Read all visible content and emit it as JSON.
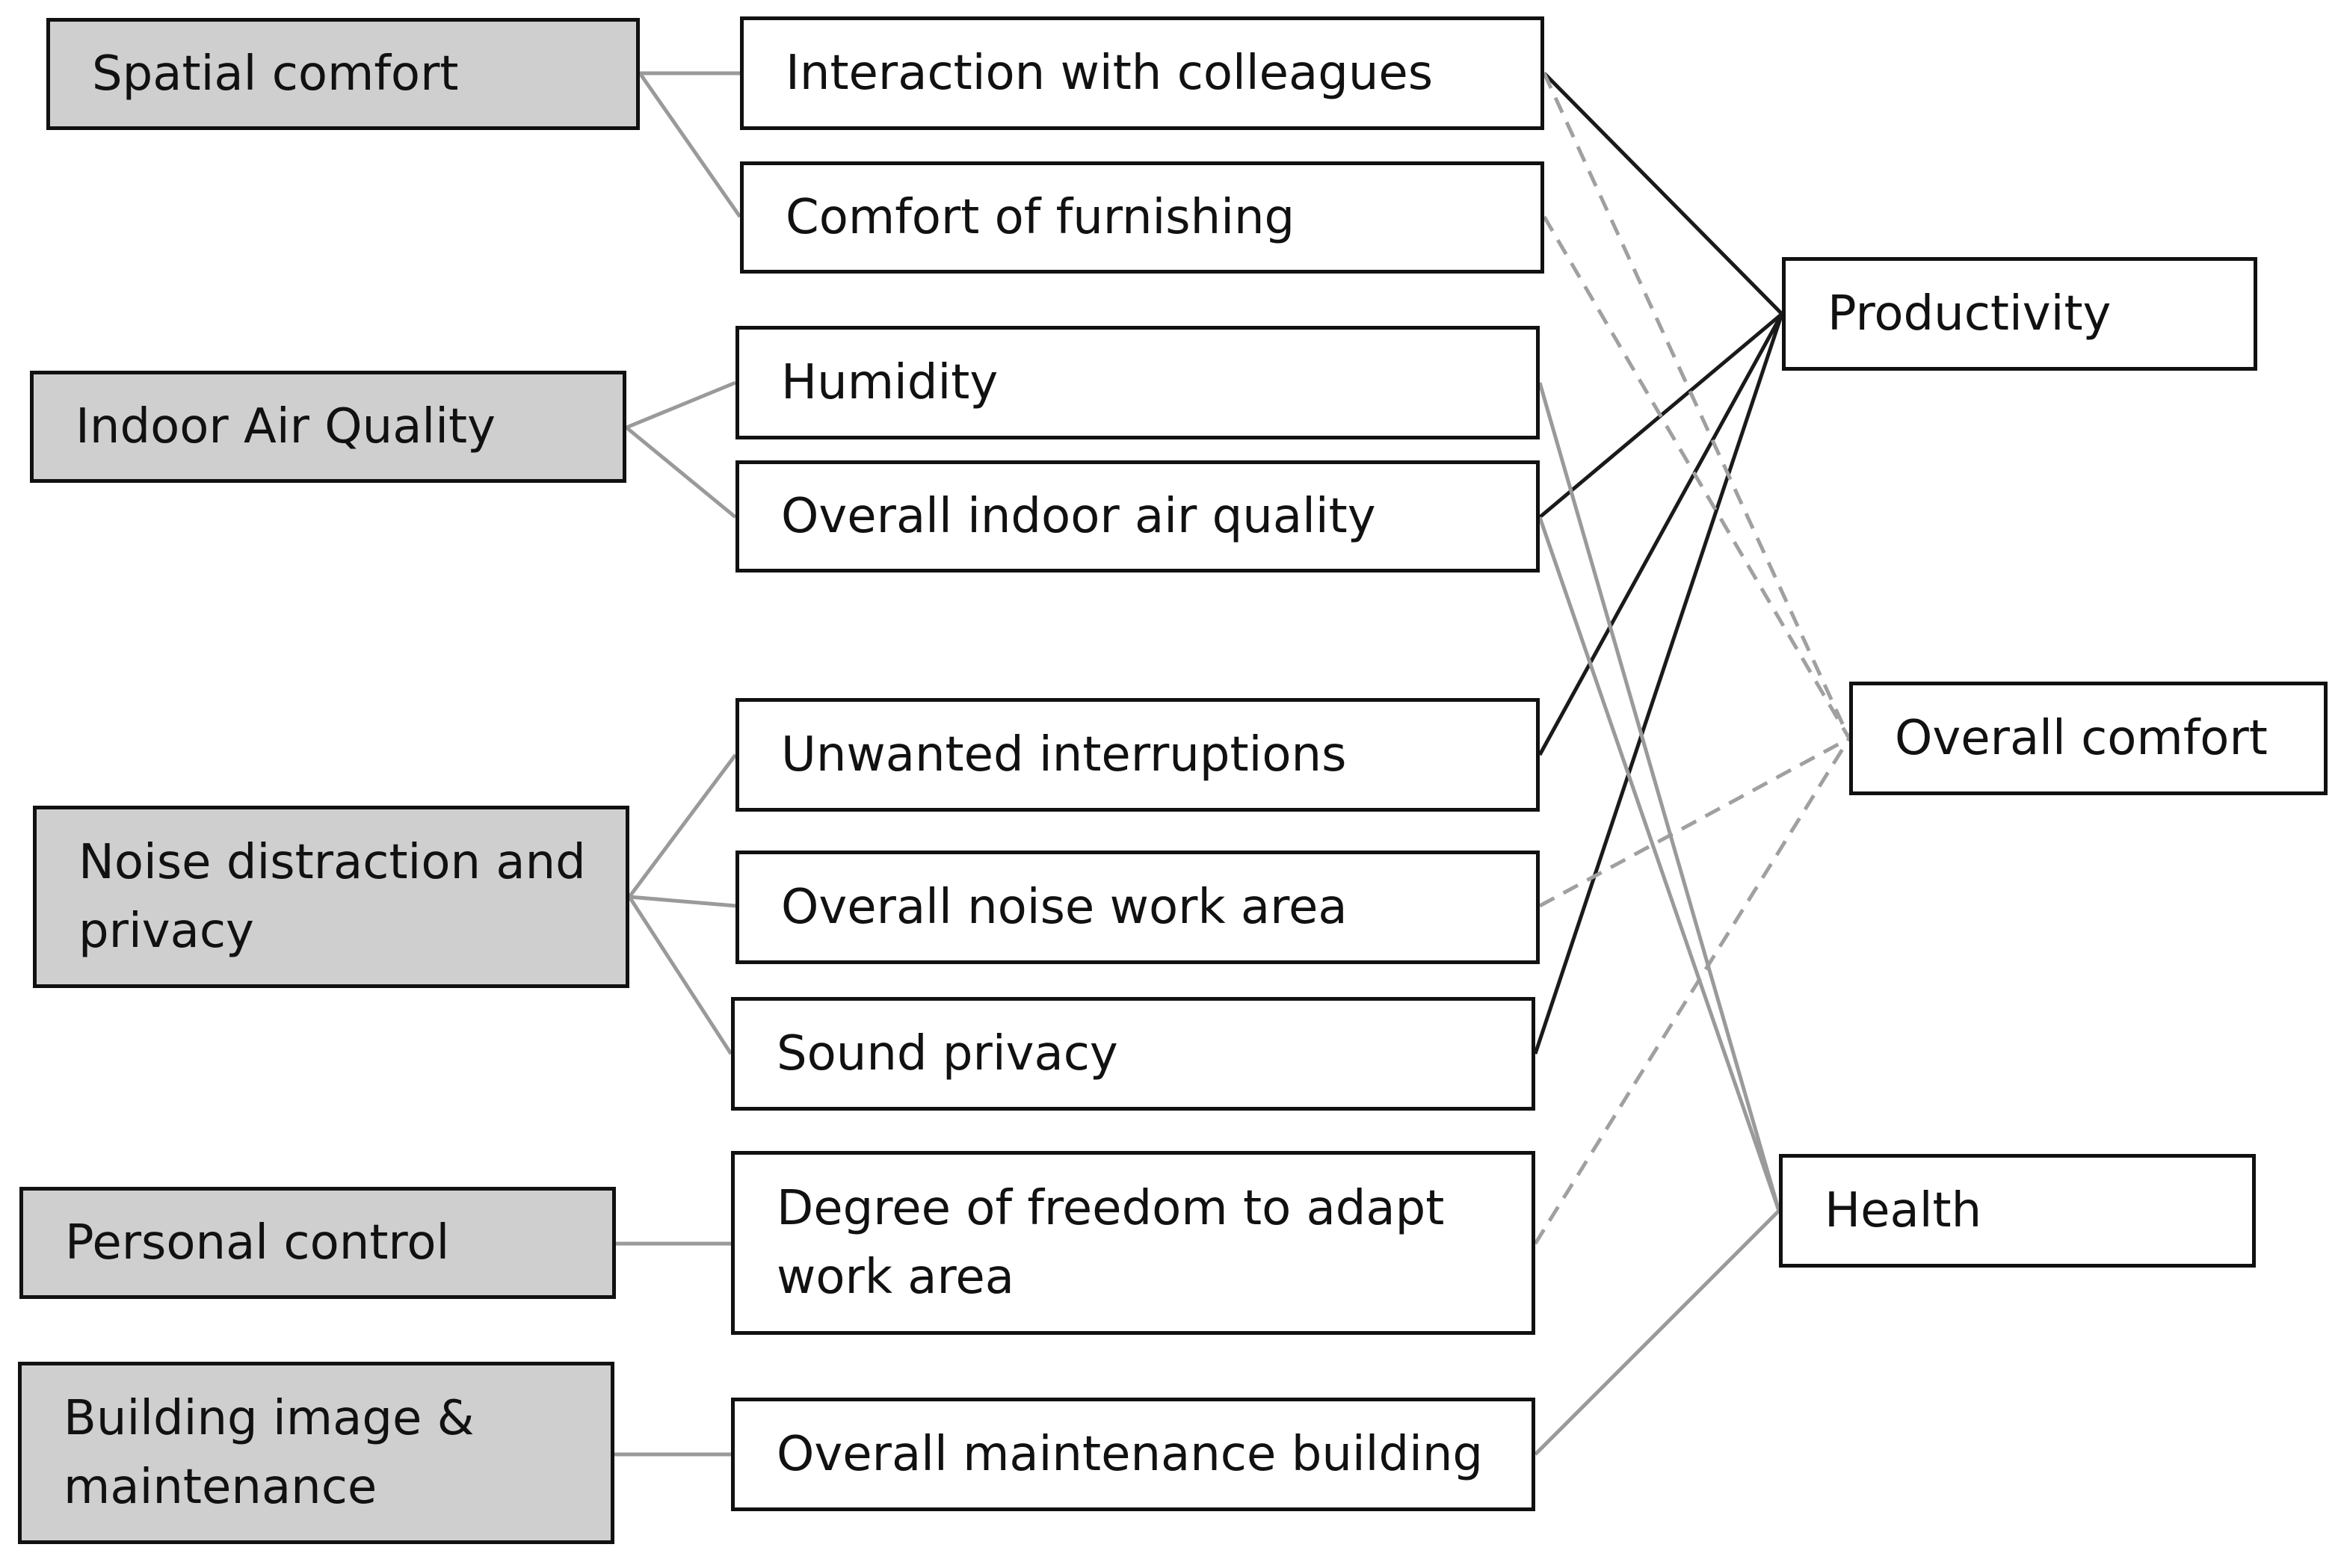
{
  "categories": {
    "spatial": "Spatial comfort",
    "iaq": "Indoor Air Quality",
    "noise": "Noise distraction and privacy",
    "control": "Personal control",
    "building": "Building image & maintenance"
  },
  "factors": {
    "interaction": "Interaction with colleagues",
    "furnishing": "Comfort of furnishing",
    "humidity": "Humidity",
    "air": "Overall indoor air quality",
    "interruptions": "Unwanted interruptions",
    "noise_area": "Overall noise work area",
    "sound": "Sound privacy",
    "freedom": "Degree of freedom to adapt work area",
    "maintenance": "Overall maintenance building"
  },
  "outcomes": {
    "productivity": "Productivity",
    "comfort": "Overall comfort",
    "health": "Health"
  },
  "colors": {
    "category_fill": "#cfcfcf",
    "solid_link": "#1a1a1a",
    "gray_link": "#9a9a9a",
    "dashed_link": "#a0a0a0"
  }
}
